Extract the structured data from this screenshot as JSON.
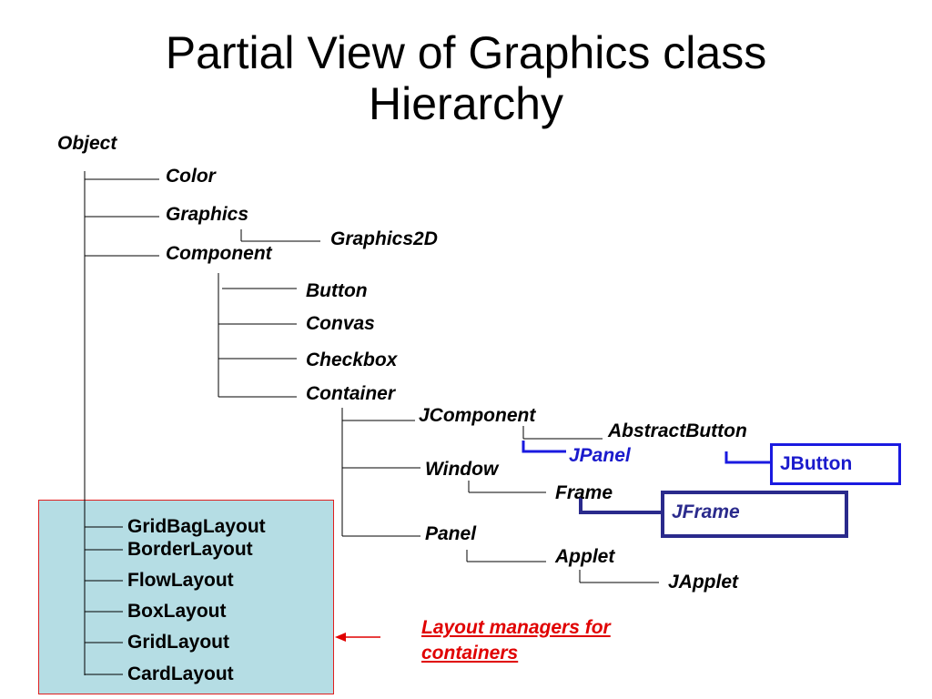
{
  "title": {
    "line1": "Partial View of Graphics class",
    "line2": "Hierarchy"
  },
  "nodes": {
    "object": "Object",
    "color": "Color",
    "graphics": "Graphics",
    "graphics2d": "Graphics2D",
    "component": "Component",
    "button": "Button",
    "convas": "Convas",
    "checkbox": "Checkbox",
    "container": "Container",
    "jcomponent": "JComponent",
    "abstractbutton": "AbstractButton",
    "jpanel": "JPanel",
    "jbutton": "JButton",
    "window": "Window",
    "frame": "Frame",
    "jframe": "JFrame",
    "panel": "Panel",
    "applet": "Applet",
    "japplet": "JApplet"
  },
  "layouts": {
    "gridbaglayout": "GridBagLayout",
    "borderlayout": "BorderLayout",
    "flowlayout": "FlowLayout",
    "boxlayout": "BoxLayout",
    "gridlayout": "GridLayout",
    "cardlayout": "CardLayout"
  },
  "note": {
    "line1": "Layout managers for",
    "line2": "containers"
  },
  "colors": {
    "note": "#e00000",
    "layout_box_fill": "#b5dde4",
    "swing_blue": "#1a1ae0",
    "swing_navy": "#2a2a8c"
  }
}
